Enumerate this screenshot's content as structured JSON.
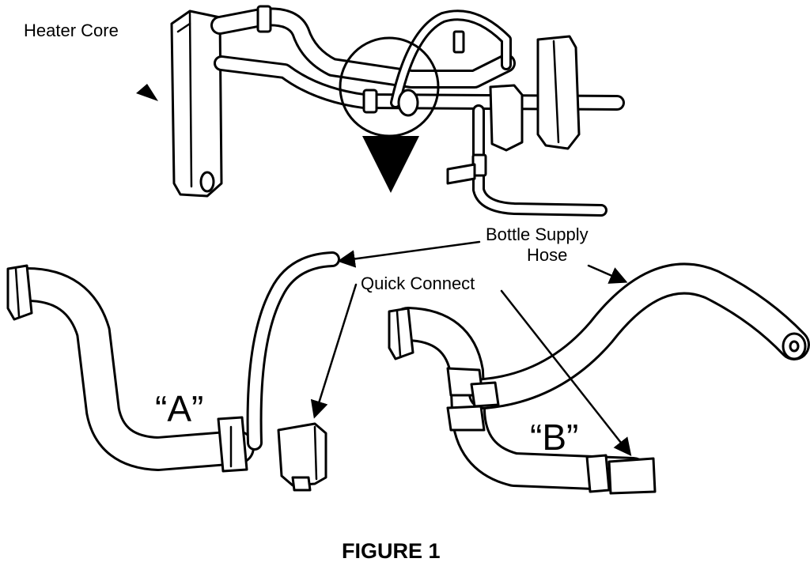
{
  "labels": {
    "heater_core": "Heater Core",
    "bottle_supply_hose_line1": "Bottle Supply",
    "bottle_supply_hose_line2": "Hose",
    "quick_connect": "Quick Connect",
    "marker_a": "“A”",
    "marker_b": "“B”",
    "figure_caption": "FIGURE 1"
  }
}
